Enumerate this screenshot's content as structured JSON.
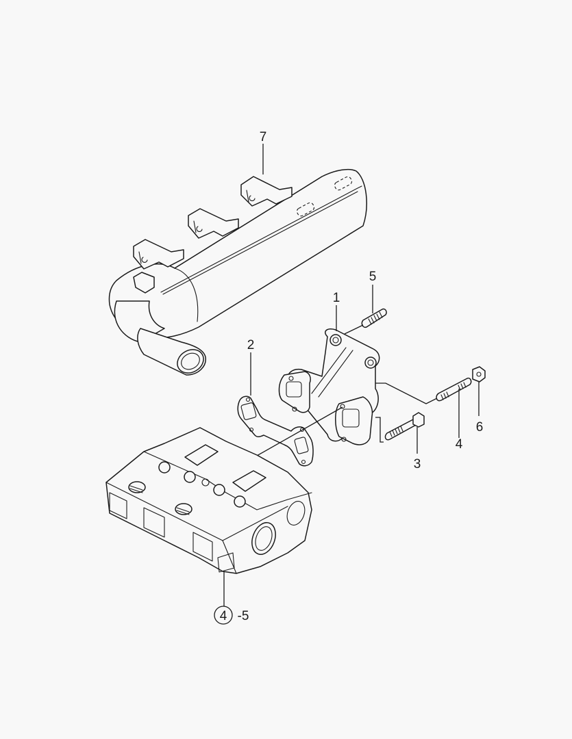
{
  "diagram": {
    "type": "exploded-parts-view",
    "background_color": "#f8f8f8",
    "line_color": "#1a1a1a",
    "callouts": [
      {
        "id": "7",
        "label": "7",
        "part": "muffler"
      },
      {
        "id": "1",
        "label": "1",
        "part": "exhaust-manifold"
      },
      {
        "id": "5",
        "label": "5",
        "part": "stud"
      },
      {
        "id": "2",
        "label": "2",
        "part": "manifold-gasket"
      },
      {
        "id": "6",
        "label": "6",
        "part": "nut"
      },
      {
        "id": "4",
        "label": "4",
        "part": "stud-long"
      },
      {
        "id": "3",
        "label": "3",
        "part": "flange-bolt"
      }
    ],
    "reference": {
      "circled": "4",
      "suffix": "-5",
      "part": "cylinder-head"
    }
  }
}
